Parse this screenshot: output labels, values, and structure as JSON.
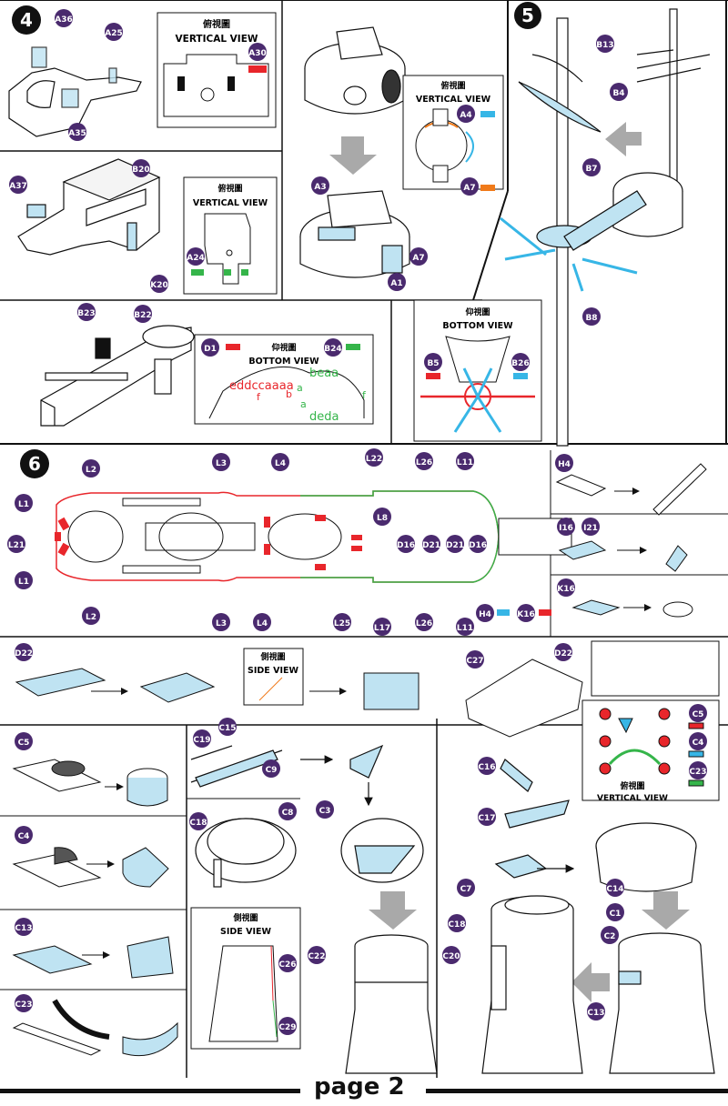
{
  "page": {
    "label": "page 2"
  },
  "views": {
    "vertical_cn": "俯視圖",
    "vertical_en": "VERTICAL VIEW",
    "bottom_cn": "仰視圖",
    "bottom_en": "BOTTOM VIEW",
    "side_cn": "側視圖",
    "side_en": "SIDE VIEW"
  },
  "steps": {
    "s4": "4",
    "s5": "5",
    "s6": "6"
  },
  "parts": {
    "A36": "A36",
    "A25": "A25",
    "A30": "A30",
    "A35": "A35",
    "A37": "A37",
    "B20": "B20",
    "A24": "A24",
    "K20": "K20",
    "A3": "A3",
    "A4": "A4",
    "A7": "A7",
    "A1": "A1",
    "B23": "B23",
    "B22": "B22",
    "D1": "D1",
    "B24": "B24",
    "B13": "B13",
    "B4": "B4",
    "B7": "B7",
    "B8": "B8",
    "B5": "B5",
    "B26": "B26",
    "L1": "L1",
    "L2": "L2",
    "L3": "L3",
    "L4": "L4",
    "L21": "L21",
    "L22": "L22",
    "L26": "L26",
    "L11": "L11",
    "L8": "L8",
    "D16": "D16",
    "D21": "D21",
    "L25": "L25",
    "L17": "L17",
    "H4": "H4",
    "K16": "K16",
    "I16": "I16",
    "I21": "I21",
    "D22": "D22",
    "C27": "C27",
    "C5": "C5",
    "C4": "C4",
    "C23": "C23",
    "C13": "C13",
    "C19": "C19",
    "C15": "C15",
    "C9": "C9",
    "C18": "C18",
    "C8": "C8",
    "C3": "C3",
    "C26": "C26",
    "C29": "C29",
    "C22": "C22",
    "C16": "C16",
    "C17": "C17",
    "C7": "C7",
    "C20": "C20",
    "C14": "C14",
    "C1": "C1",
    "C2": "C2"
  },
  "bottom_letters": {
    "d1": "eddccaaaa",
    "d1b": "f",
    "d1c": "b",
    "b24": "beaa",
    "b24b": "a",
    "b24c": "a",
    "b24d": "deda",
    "b24e": "f"
  },
  "colors": {
    "red": "#e8262b",
    "blue": "#37b6e6",
    "orange": "#f07a1a",
    "green": "#35b54a",
    "purple": "#4a2a6e",
    "part_fill": "#bfe3f2",
    "line": "#111111",
    "arrow_gray": "#a9a9a9"
  }
}
